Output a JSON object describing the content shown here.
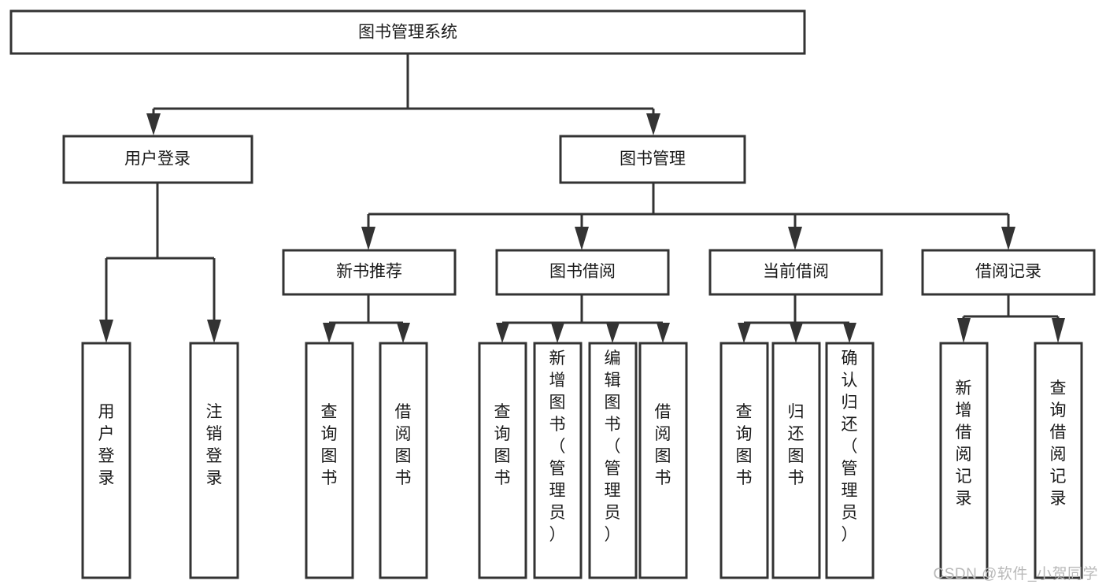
{
  "diagram": {
    "type": "tree-hierarchy-flowchart",
    "root": {
      "id": "root",
      "label": "图书管理系统",
      "orientation": "horizontal"
    },
    "level2": [
      {
        "id": "user-login",
        "label": "用户登录",
        "orientation": "horizontal"
      },
      {
        "id": "book-management",
        "label": "图书管理",
        "orientation": "horizontal"
      }
    ],
    "level3": [
      {
        "id": "new-book-recommend",
        "label": "新书推荐",
        "orientation": "horizontal",
        "parent": "book-management"
      },
      {
        "id": "book-borrow",
        "label": "图书借阅",
        "orientation": "horizontal",
        "parent": "book-management"
      },
      {
        "id": "current-borrow",
        "label": "当前借阅",
        "orientation": "horizontal",
        "parent": "book-management"
      },
      {
        "id": "borrow-record",
        "label": "借阅记录",
        "orientation": "horizontal",
        "parent": "book-management"
      }
    ],
    "leaves": [
      {
        "id": "leaf-user-login",
        "label": "用户登录",
        "parent": "user-login",
        "orientation": "vertical"
      },
      {
        "id": "leaf-user-logout",
        "label": "注销登录",
        "parent": "user-login",
        "orientation": "vertical"
      },
      {
        "id": "leaf-query-book-1",
        "label": "查询图书",
        "parent": "new-book-recommend",
        "orientation": "vertical"
      },
      {
        "id": "leaf-borrow-book-1",
        "label": "借阅图书",
        "parent": "new-book-recommend",
        "orientation": "vertical"
      },
      {
        "id": "leaf-query-book-2",
        "label": "查询图书",
        "parent": "book-borrow",
        "orientation": "vertical"
      },
      {
        "id": "leaf-add-book",
        "label": "新增图书（管理员）",
        "parent": "book-borrow",
        "orientation": "vertical"
      },
      {
        "id": "leaf-edit-book",
        "label": "编辑图书（管理员）",
        "parent": "book-borrow",
        "orientation": "vertical"
      },
      {
        "id": "leaf-borrow-book-2",
        "label": "借阅图书",
        "parent": "book-borrow",
        "orientation": "vertical"
      },
      {
        "id": "leaf-query-book-3",
        "label": "查询图书",
        "parent": "current-borrow",
        "orientation": "vertical"
      },
      {
        "id": "leaf-return-book",
        "label": "归还图书",
        "parent": "current-borrow",
        "orientation": "vertical"
      },
      {
        "id": "leaf-confirm-return",
        "label": "确认归还（管理员）",
        "parent": "current-borrow",
        "orientation": "vertical"
      },
      {
        "id": "leaf-add-record",
        "label": "新增借阅记录",
        "parent": "borrow-record",
        "orientation": "vertical"
      },
      {
        "id": "leaf-query-record",
        "label": "查询借阅记录",
        "parent": "borrow-record",
        "orientation": "vertical"
      }
    ]
  },
  "watermark": {
    "text": "CSDN @软件_小贺同学"
  },
  "colors": {
    "background": "#ffffff",
    "box_fill": "#ffffff",
    "box_stroke": "#333333",
    "text": "#1a1a1a",
    "watermark": "#b9b9b9"
  }
}
